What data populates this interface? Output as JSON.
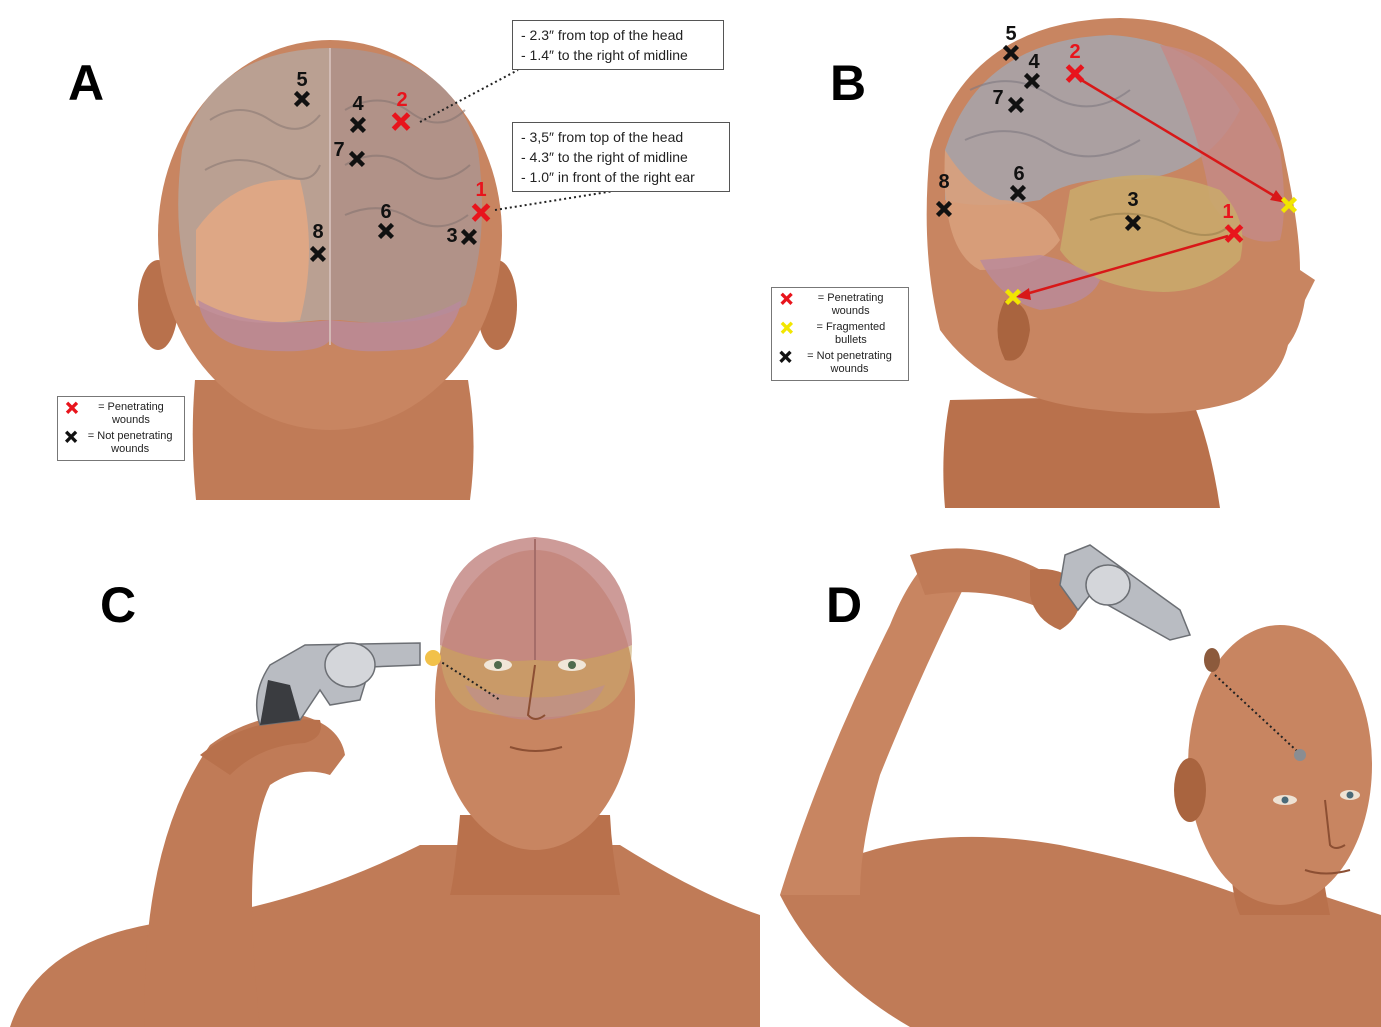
{
  "panels": {
    "A": {
      "letter": "A",
      "callout_top": [
        "- 2.3″ from top of the head",
        "- 1.4″ to the right of midline"
      ],
      "callout_bottom": [
        "- 3,5″ from top of the head",
        "- 4.3″ to the right of midline",
        "- 1.0″ in front of the right ear"
      ],
      "legend": [
        {
          "symbol": "x-red-icon",
          "color": "#e8141c",
          "label": "= Penetrating wounds"
        },
        {
          "symbol": "x-black-icon",
          "color": "#111111",
          "label": "= Not penetrating wounds"
        }
      ],
      "wounds": [
        {
          "num": "5",
          "type": "not_penetrating"
        },
        {
          "num": "4",
          "type": "not_penetrating"
        },
        {
          "num": "2",
          "type": "penetrating"
        },
        {
          "num": "7",
          "type": "not_penetrating"
        },
        {
          "num": "1",
          "type": "penetrating"
        },
        {
          "num": "6",
          "type": "not_penetrating"
        },
        {
          "num": "3",
          "type": "not_penetrating"
        },
        {
          "num": "8",
          "type": "not_penetrating"
        }
      ]
    },
    "B": {
      "letter": "B",
      "legend": [
        {
          "symbol": "x-red-icon",
          "color": "#e8141c",
          "label": "= Penetrating wounds"
        },
        {
          "symbol": "x-yellow-icon",
          "color": "#f2e600",
          "label": "= Fragmented bullets"
        },
        {
          "symbol": "x-black-icon",
          "color": "#111111",
          "label": "= Not penetrating wounds"
        }
      ],
      "wounds": [
        {
          "num": "5",
          "type": "not_penetrating"
        },
        {
          "num": "4",
          "type": "not_penetrating"
        },
        {
          "num": "2",
          "type": "penetrating"
        },
        {
          "num": "7",
          "type": "not_penetrating"
        },
        {
          "num": "8",
          "type": "not_penetrating"
        },
        {
          "num": "6",
          "type": "not_penetrating"
        },
        {
          "num": "3",
          "type": "not_penetrating"
        },
        {
          "num": "1",
          "type": "penetrating"
        }
      ]
    },
    "C": {
      "letter": "C"
    },
    "D": {
      "letter": "D"
    }
  },
  "colors": {
    "skin": "#c88561",
    "skin_dark": "#a9643f",
    "penetrating": "#e8141c",
    "fragment": "#f2e600",
    "not_penetrating": "#111111",
    "arrow": "#d81818",
    "lobe_frontal": "#a7a3a9",
    "lobe_parietal": "#b4a2a0",
    "lobe_temporal": "#d8ac7c",
    "lobe_occipital": "#c48a86",
    "cerebellum": "#b98a9c",
    "gun_steel": "#b9bcc2"
  }
}
